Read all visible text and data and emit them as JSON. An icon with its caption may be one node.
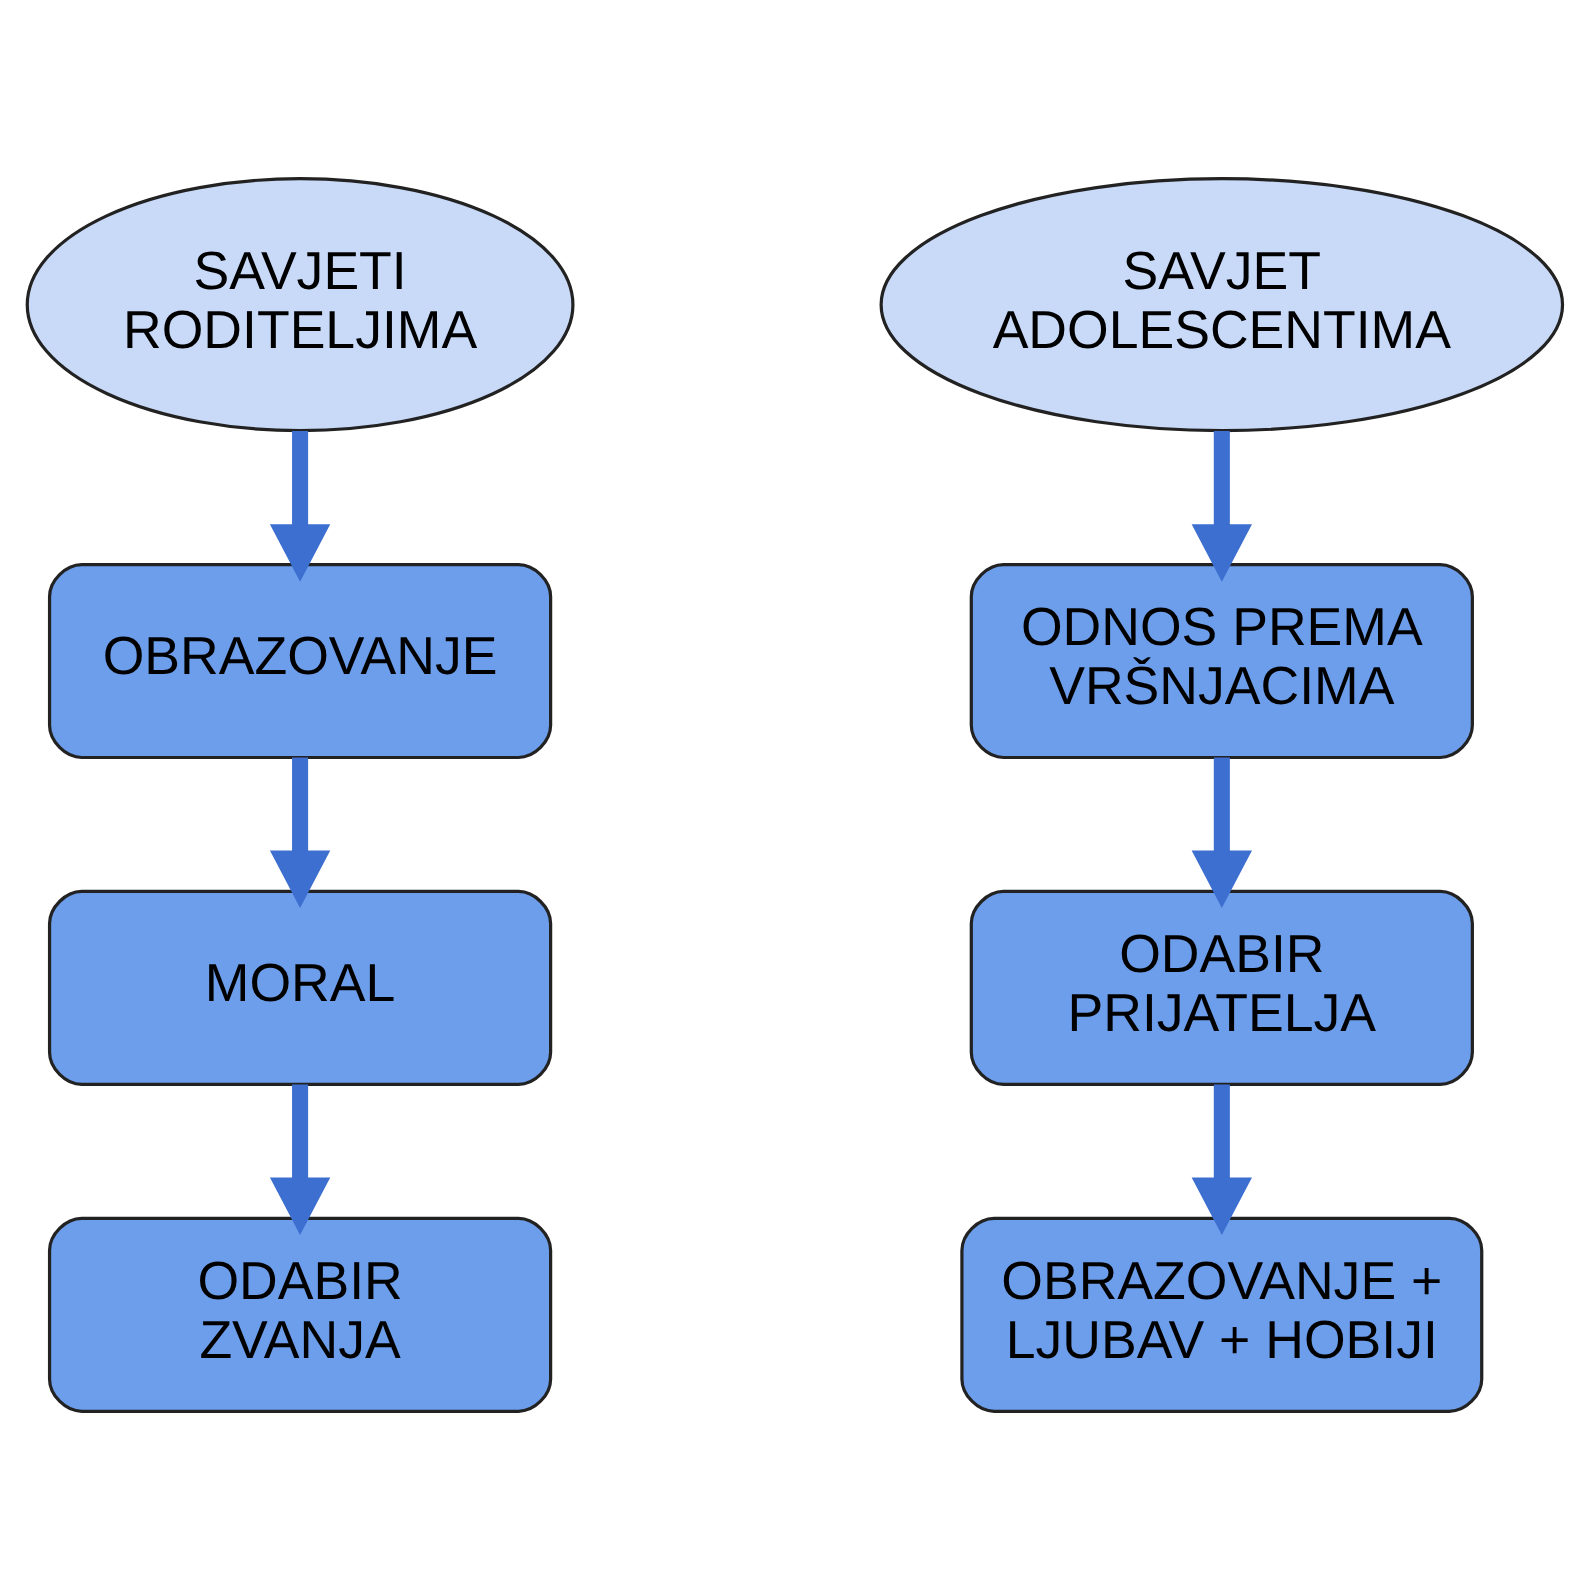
{
  "diagram": {
    "nodes": [
      {
        "text": [
          "SAVJETI RODITELJIMA"
        ]
      },
      {
        "text": [
          "OBRAZOVANJE"
        ]
      },
      {
        "text": [
          "MORAL"
        ]
      },
      {
        "text": [
          "ODABIR ZVANJA"
        ]
      },
      {
        "text": [
          "SAVJET ADOLESCENTIMA"
        ]
      },
      {
        "text": [
          "ODNOS PREMA VRŠNJACIMA"
        ]
      },
      {
        "text": [
          "ODABIR PRIJATELJA"
        ]
      },
      {
        "text": [
          "OBRAZOVANJE + LJUBAV + HOBIJI"
        ]
      }
    ],
    "edges": [
      {
        "from": 0,
        "to": 1,
        "arrow": "to"
      },
      {
        "from": 1,
        "to": 2,
        "arrow": "to"
      },
      {
        "from": 2,
        "to": 3,
        "arrow": "to"
      },
      {
        "from": 4,
        "to": 5,
        "arrow": "to"
      },
      {
        "from": 5,
        "to": 6,
        "arrow": "to"
      },
      {
        "from": 6,
        "to": 7,
        "arrow": "to"
      }
    ]
  }
}
